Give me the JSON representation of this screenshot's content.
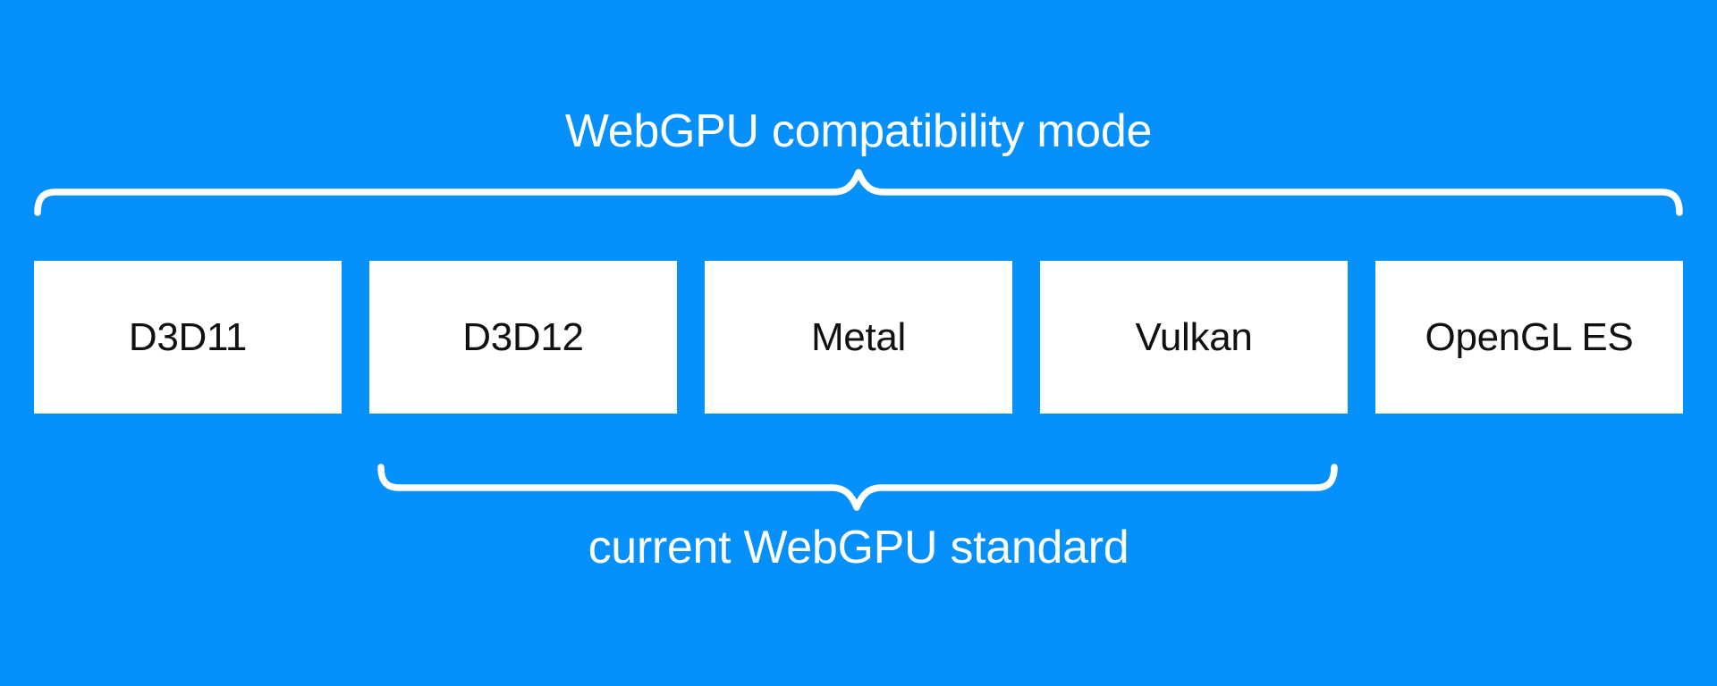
{
  "diagram": {
    "top_label": "WebGPU compatibility mode",
    "bottom_label": "current WebGPU standard",
    "boxes": [
      {
        "label": "D3D11"
      },
      {
        "label": "D3D12"
      },
      {
        "label": "Metal"
      },
      {
        "label": "Vulkan"
      },
      {
        "label": "OpenGL ES"
      }
    ],
    "colors": {
      "background": "#0590fb",
      "box_fill": "#ffffff",
      "box_text": "#111111",
      "brace": "#ffffff",
      "label_text": "#ffffff"
    }
  }
}
